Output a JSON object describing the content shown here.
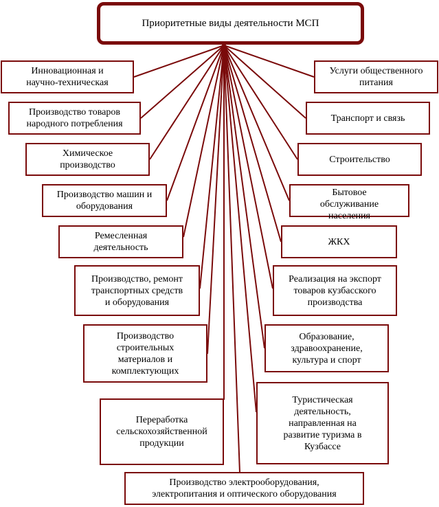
{
  "colors": {
    "border": "#7a0a0a",
    "connector": "#7a0a0a",
    "background": "#ffffff"
  },
  "root": {
    "label": "Приоритетные виды деятельности МСП"
  },
  "left_items": [
    {
      "label": "Инновационная и\nнаучно-техническая"
    },
    {
      "label": "Производство товаров\nнародного потребления"
    },
    {
      "label": "Химическое\nпроизводство"
    },
    {
      "label": "Производство машин и\nоборудования"
    },
    {
      "label": "Ремесленная\nдеятельность"
    },
    {
      "label": "Производство, ремонт\nтранспортных средств\nи оборудования"
    },
    {
      "label": "Производство\nстроительных\nматериалов и\nкомплектующих"
    },
    {
      "label": "Переработка\nсельскохозяйственной\nпродукции"
    }
  ],
  "right_items": [
    {
      "label": "Услуги общественного\nпитания"
    },
    {
      "label": "Транспорт и связь"
    },
    {
      "label": "Строительство"
    },
    {
      "label": "Бытовое\nобслуживание\nнаселения"
    },
    {
      "label": "ЖКХ"
    },
    {
      "label": "Реализация на экспорт\nтоваров кузбасского\nпроизводства"
    },
    {
      "label": "Образование,\nздравоохранение,\nкультура и спорт"
    },
    {
      "label": "Туристическая\nдеятельность,\nнаправленная на\nразвитие туризма в\nКузбассе"
    }
  ],
  "bottom_item": {
    "label": "Производство электрооборудования,\nэлектропитания и оптического оборудования"
  }
}
